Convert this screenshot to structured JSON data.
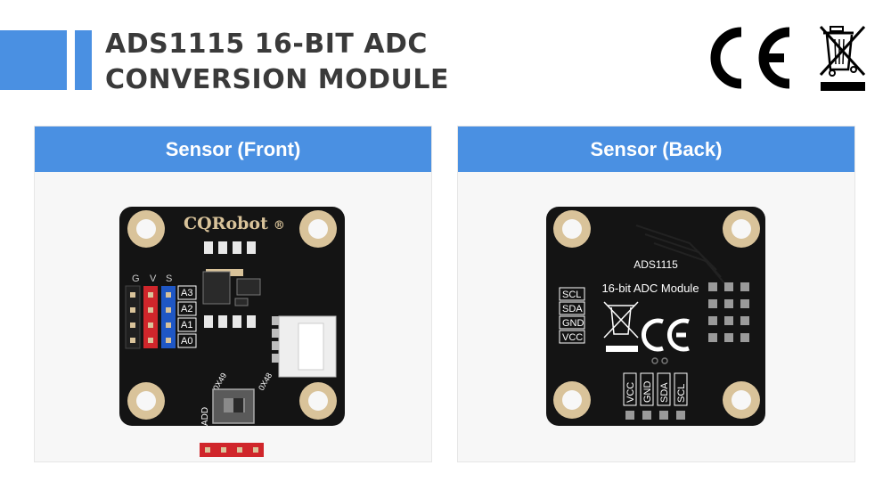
{
  "header": {
    "title_line1": "ADS1115 16-BIT ADC",
    "title_line2": "CONVERSION MODULE",
    "accent_color": "#4a90e2",
    "certifications": [
      "ce-mark-icon",
      "weee-bin-icon"
    ]
  },
  "panels": [
    {
      "title": "Sensor (Front)",
      "brand": "CQRobot",
      "brand_mark": "®",
      "header_labels": [
        "G",
        "V",
        "S"
      ],
      "analog_pins": [
        "A3",
        "A2",
        "A1",
        "A0"
      ],
      "address_label": "ADD",
      "address_options": [
        "0X49",
        "0X48"
      ]
    },
    {
      "title": "Sensor (Back)",
      "chip_name": "ADS1115",
      "module_name": "16-bit ADC Module",
      "side_pins": [
        "SCL",
        "SDA",
        "GND",
        "VCC"
      ],
      "bottom_pins": [
        "VCC",
        "GND",
        "SDA",
        "SCL"
      ]
    }
  ],
  "colors": {
    "panel_header": "#4a90e2",
    "pcb": "#141414",
    "pad_gold": "#d9c39a",
    "header_red": "#d0262b",
    "header_blue": "#1f57c5"
  }
}
